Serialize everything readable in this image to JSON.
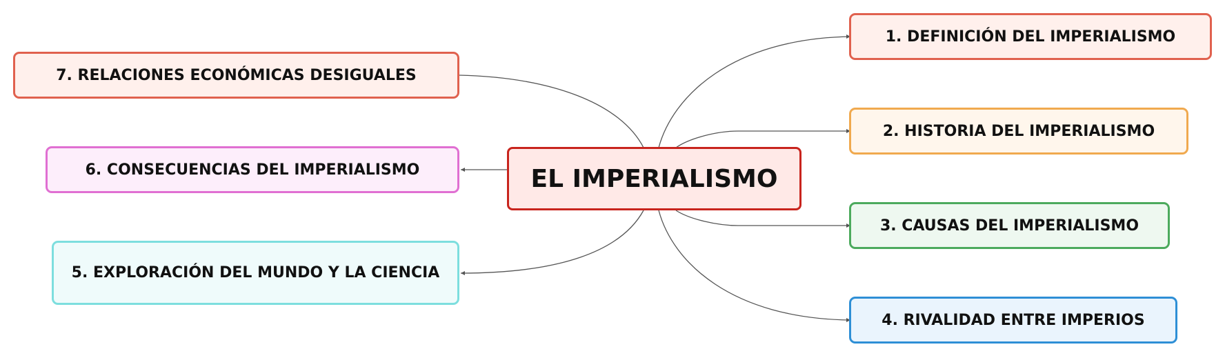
{
  "mindmap": {
    "center": {
      "label": "EL IMPERIALISMO",
      "border": "#c8241d",
      "fill": "#ffe9e7"
    },
    "right": [
      {
        "label": "1. DEFINICIÓN DEL IMPERIALISMO",
        "border": "#e0614e",
        "fill": "#fff0ec"
      },
      {
        "label": "2. HISTORIA DEL IMPERIALISMO",
        "border": "#f0a94e",
        "fill": "#fff6ec"
      },
      {
        "label": "3. CAUSAS DEL IMPERIALISMO",
        "border": "#4caa5d",
        "fill": "#eef8f0"
      },
      {
        "label": "4. RIVALIDAD ENTRE IMPERIOS",
        "border": "#2e8fd6",
        "fill": "#eaf4fd"
      }
    ],
    "left": [
      {
        "label": "7. RELACIONES ECONÓMICAS DESIGUALES",
        "border": "#e0614e",
        "fill": "#fff0ec"
      },
      {
        "label": "6. CONSECUENCIAS DEL IMPERIALISMO",
        "border": "#e06fd2",
        "fill": "#fdeefb"
      },
      {
        "label": "5. EXPLORACIÓN DEL MUNDO Y LA CIENCIA",
        "border": "#7ddede",
        "fill": "#effbfb"
      }
    ],
    "connector_color": "#555555"
  }
}
